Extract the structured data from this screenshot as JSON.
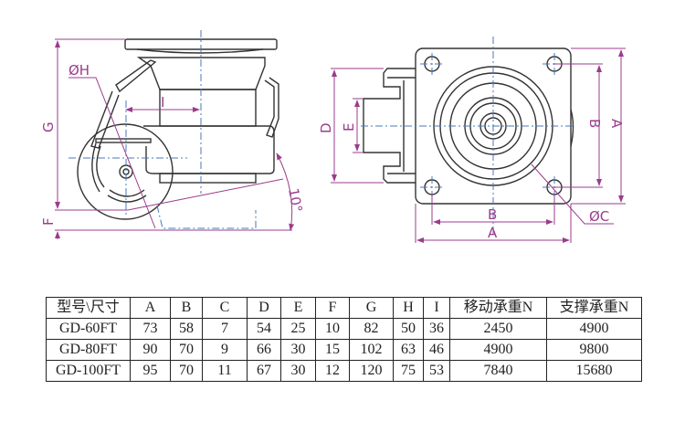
{
  "drawing": {
    "side_view_labels": {
      "diameter_h": "ØH",
      "i": "I",
      "g": "G",
      "f": "F",
      "angle": "10°"
    },
    "top_view_labels": {
      "d": "D",
      "e": "E",
      "b_right": "B",
      "a_right": "A",
      "b_bottom": "B",
      "a_bottom": "A",
      "diameter_c": "ØC"
    },
    "colors": {
      "line": "#333333",
      "dimension": "#9b3c8c",
      "centerline": "#4a78b8"
    }
  },
  "table": {
    "headers": [
      "型号\\尺寸",
      "A",
      "B",
      "C",
      "D",
      "E",
      "F",
      "G",
      "H",
      "I",
      "移动承重N",
      "支撑承重N"
    ],
    "rows": [
      [
        "GD-60FT",
        "73",
        "58",
        "7",
        "54",
        "25",
        "10",
        "82",
        "50",
        "36",
        "2450",
        "4900"
      ],
      [
        "GD-80FT",
        "90",
        "70",
        "9",
        "66",
        "30",
        "15",
        "102",
        "63",
        "46",
        "4900",
        "9800"
      ],
      [
        "GD-100FT",
        "95",
        "70",
        "11",
        "67",
        "30",
        "12",
        "120",
        "75",
        "53",
        "7840",
        "15680"
      ]
    ]
  }
}
